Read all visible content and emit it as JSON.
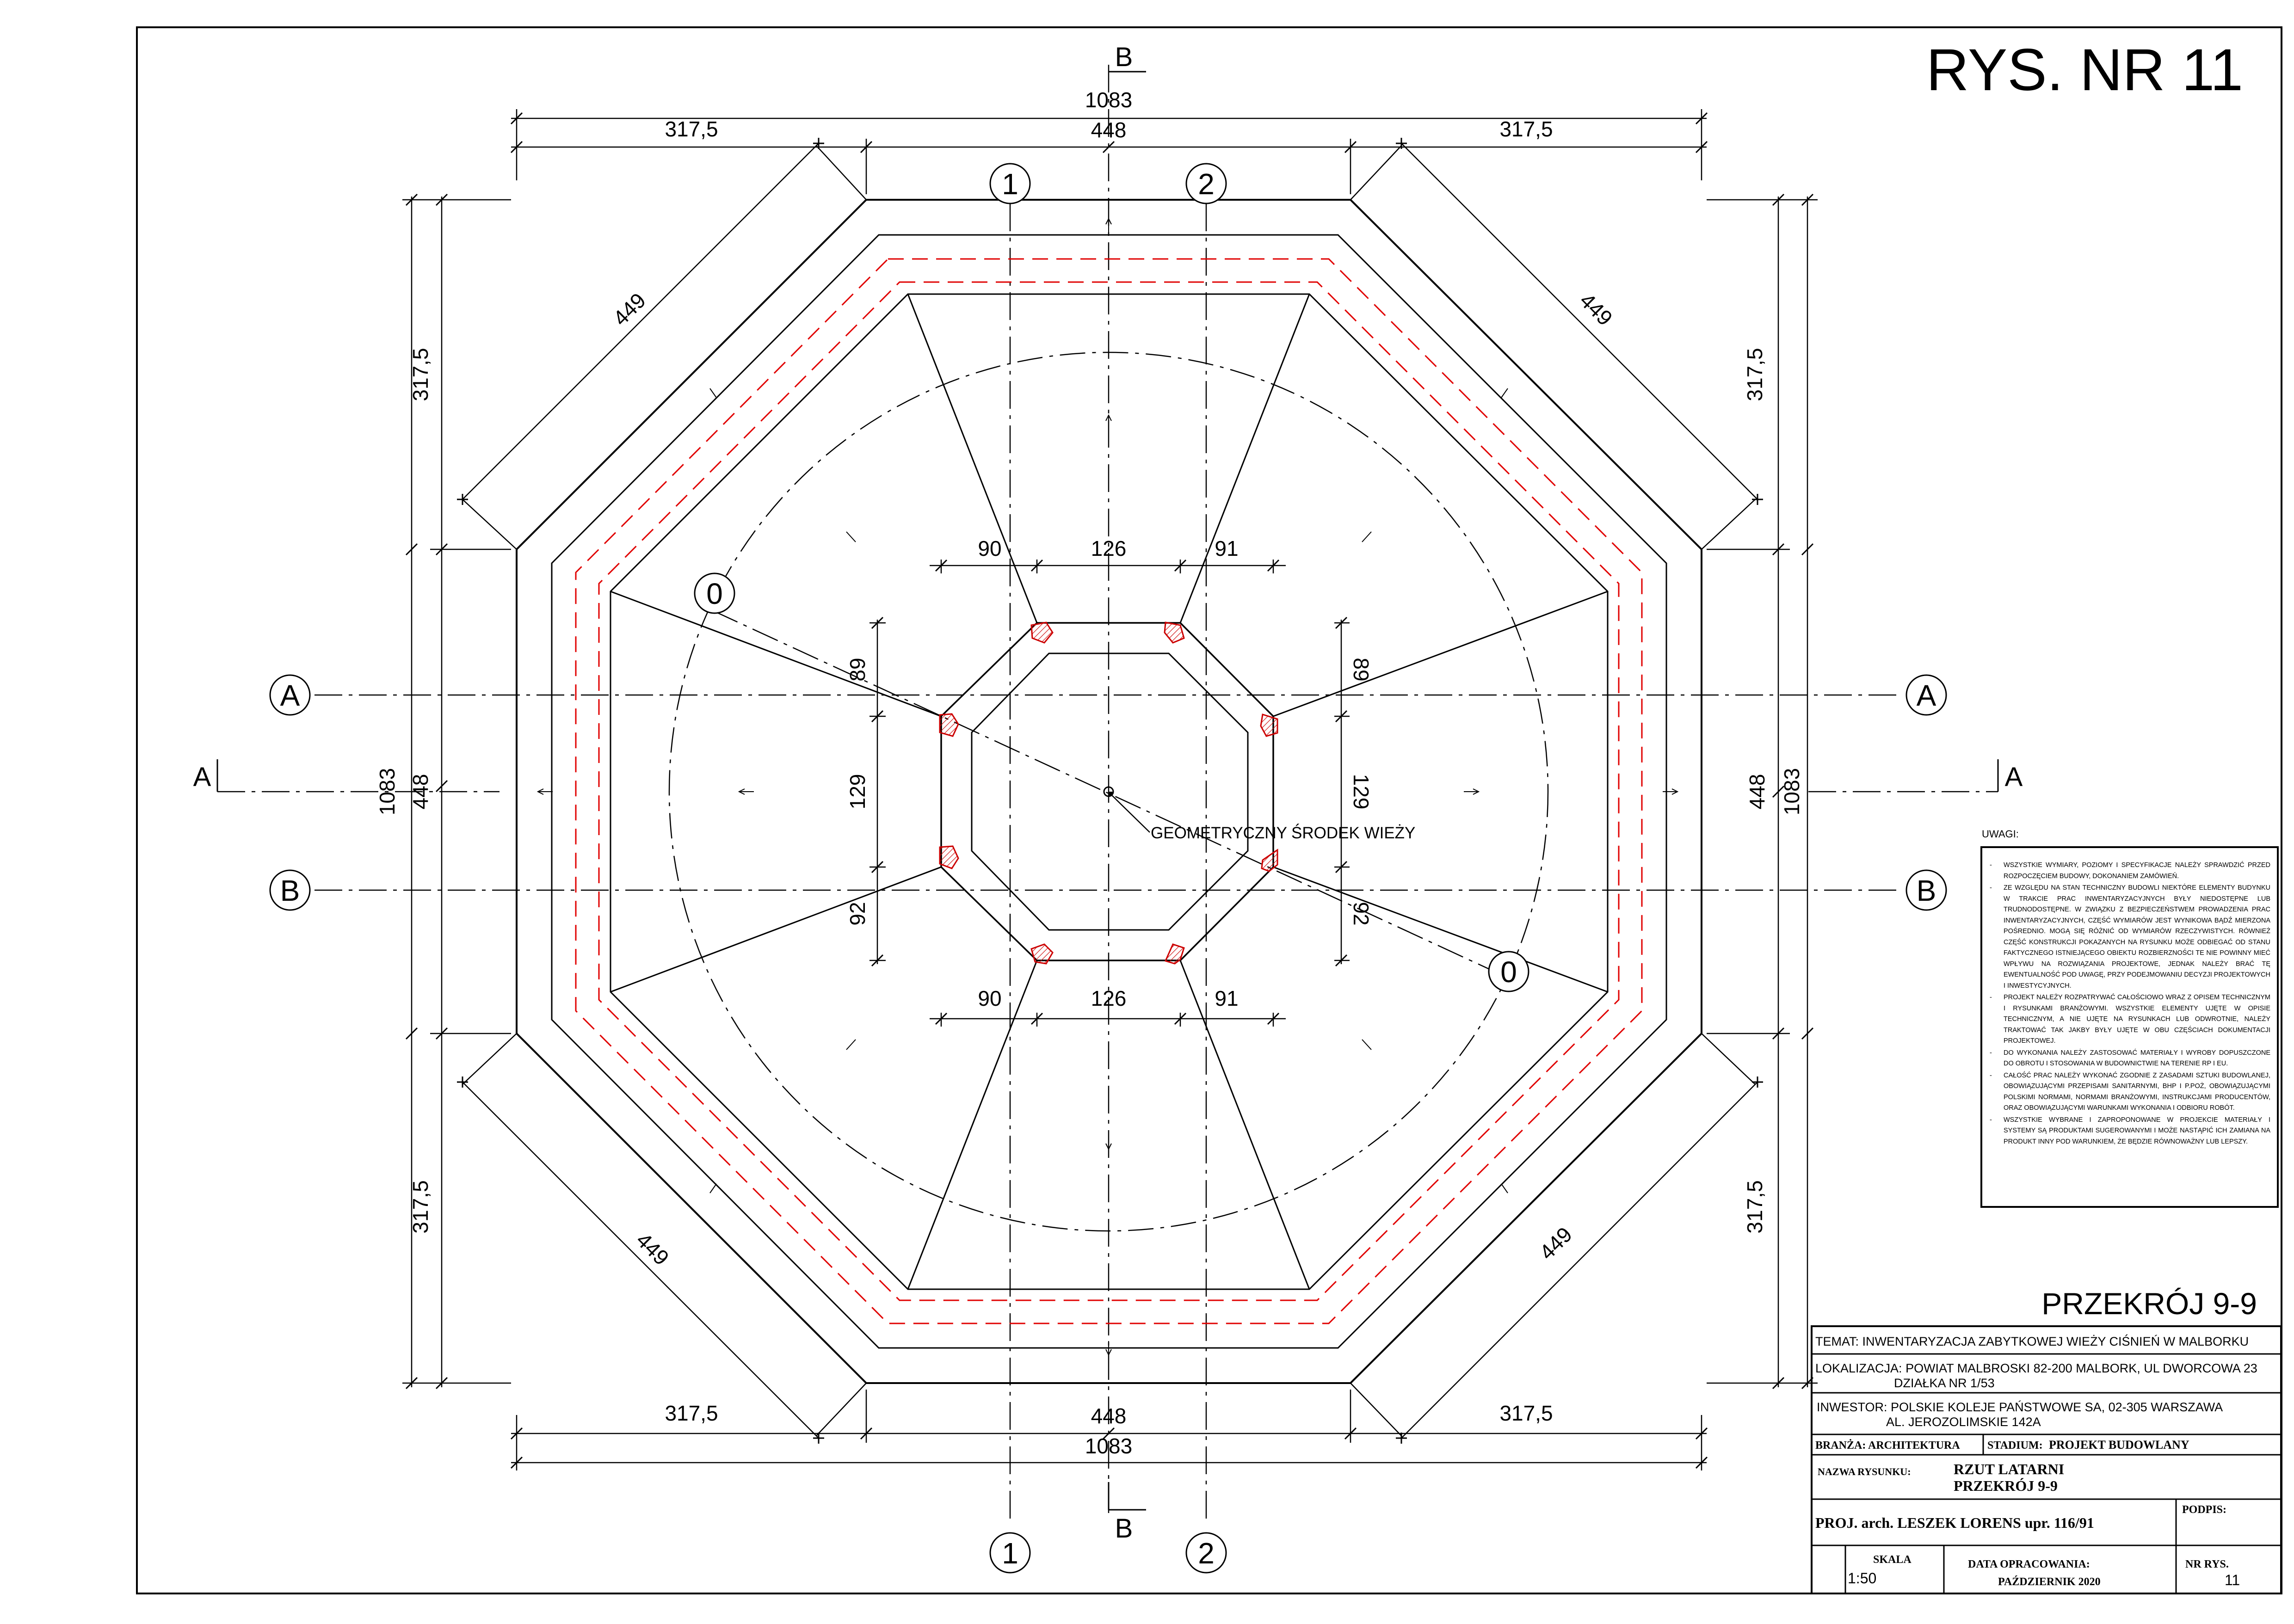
{
  "sheet": {
    "drawing_no_label": "RYS. NR 11",
    "section_title": "PRZEKRÓJ 9-9",
    "center_label": "GEOMETRYCZNY ŚRODEK WIEŻY"
  },
  "grid_markers": {
    "b_top": "B",
    "b_bottom": "B",
    "a_left": "A",
    "a_right": "A",
    "axis_1": "1",
    "axis_2": "2",
    "axis_0": "0",
    "axis_a": "A",
    "axis_b": "B"
  },
  "dimensions": {
    "overall": "1083",
    "inner_span": "448",
    "corner_segment": "317,5",
    "diagonal_side": "449",
    "inner_h_left": "90",
    "inner_h_mid": "126",
    "inner_h_right": "91",
    "inner_v_top": "89",
    "inner_v_mid": "129",
    "inner_v_bottom": "92"
  },
  "notes": {
    "title": "UWAGI:",
    "items": [
      "WSZYSTKIE WYMIARY, POZIOMY I SPECYFIKACJE NALEŻY SPRAWDZIĆ PRZED ROZPOCZĘCIEM BUDOWY, DOKONANIEM ZAMÓWIEŃ.",
      "ZE WZGLĘDU NA STAN TECHNICZNY BUDOWLI NIEKTÓRE ELEMENTY BUDYNKU W TRAKCIE PRAC INWENTARYZACYJNYCH BYŁY NIEDOSTĘPNE LUB TRUDNODOSTĘPNE. W ZWIĄZKU Z BEZPIECZEŃSTWEM PROWADZENIA PRAC INWENTARYZACYJNYCH, CZĘŚĆ WYMIARÓW JEST WYNIKOWA BĄDŹ MIERZONA POŚREDNIO. MOGĄ SIĘ RÓŻNIĆ OD WYMIARÓW RZECZYWISTYCH. RÓWNIEŻ CZĘŚĆ KONSTRUKCJI POKAZANYCH NA RYSUNKU MOŻE ODBIEGAĆ OD STANU FAKTYCZNEGO ISTNIEJĄCEGO OBIEKTU ROZBIERZNOŚCI TE NIE POWINNY MIEĆ WPŁYWU NA ROZWIĄZANIA PROJEKTOWE, JEDNAK NALEŻY BRAĆ TĘ EWENTUALNOŚĆ POD UWAGĘ, PRZY PODEJMOWANIU DECYZJI PROJEKTOWYCH I INWESTYCYJNYCH.",
      "PROJEKT NALEŻY ROZPATRYWAĆ CAŁOŚCIOWO WRAZ Z OPISEM TECHNICZNYM I RYSUNKAMI BRANŻOWYMI. WSZYSTKIE ELEMENTY UJĘTE W OPISIE TECHNICZNYM, A NIE UJĘTE NA RYSUNKACH LUB ODWROTNIE, NALEŻY TRAKTOWAĆ TAK JAKBY BYŁY UJĘTE W OBU CZĘŚCIACH DOKUMENTACJI PROJEKTOWEJ.",
      "DO WYKONANIA NALEŻY ZASTOSOWAĆ MATERIAŁY I WYROBY DOPUSZCZONE DO OBROTU I STOSOWANIA W BUDOWNICTWIE NA TERENIE RP I EU.",
      "CAŁOŚĆ PRAC NALEŻY WYKONAĆ ZGODNIE Z ZASADAMI SZTUKI BUDOWLANEJ, OBOWIĄZUJĄCYMI PRZEPISAMI SANITARNYMI, BHP I P.POŻ, OBOWIĄZUJĄCYMI POLSKIMI NORMAMI, NORMAMI BRANŻOWYMI, INSTRUKCJAMI PRODUCENTÓW, ORAZ OBOWIĄZUJĄCYMI WARUNKAMI WYKONANIA I ODBIORU ROBÓT.",
      "WSZYSTKIE WYBRANE I ZAPROPONOWANE W PROJEKCIE MATERIAŁY I SYSTEMY SĄ PRODUKTAMI SUGEROWANYMI I MOŻE NASTĄPIĆ ICH ZAMIANA NA PRODUKT INNY POD WARUNKIEM, ŻE BĘDZIE RÓWNOWAŻNY LUB LEPSZY."
    ]
  },
  "title_block": {
    "temat": "TEMAT: INWENTARYZACJA ZABYTKOWEJ WIEŻY CIŚNIEŃ W MALBORKU",
    "lokalizacja_1": "LOKALIZACJA:  POWIAT MALBROSKI 82-200 MALBORK, UL DWORCOWA 23",
    "lokalizacja_2": "DZIAŁKA NR 1/53",
    "inwestor_1": "INWESTOR:  POLSKIE KOLEJE PAŃSTWOWE SA, 02-305 WARSZAWA",
    "inwestor_2": "AL. JEROZOLIMSKIE 142A",
    "branza": "BRANŻA: ARCHITEKTURA",
    "stadium": "STADIUM:",
    "stadium_value": "PROJEKT BUDOWLANY",
    "nazwa_label": "NAZWA RYSUNKU:",
    "nazwa_1": "RZUT LATARNI",
    "nazwa_2": "PRZEKRÓJ 9-9",
    "podpis": "PODPIS:",
    "proj": "PROJ. arch. LESZEK  LORENS upr. 116/91",
    "skala_label": "SKALA",
    "skala_value": "1:50",
    "data_label": "DATA OPRACOWANIA:",
    "data_value": "PAŹDZIERNIK 2020",
    "nr_label": "NR RYS.",
    "nr_value": "11"
  }
}
